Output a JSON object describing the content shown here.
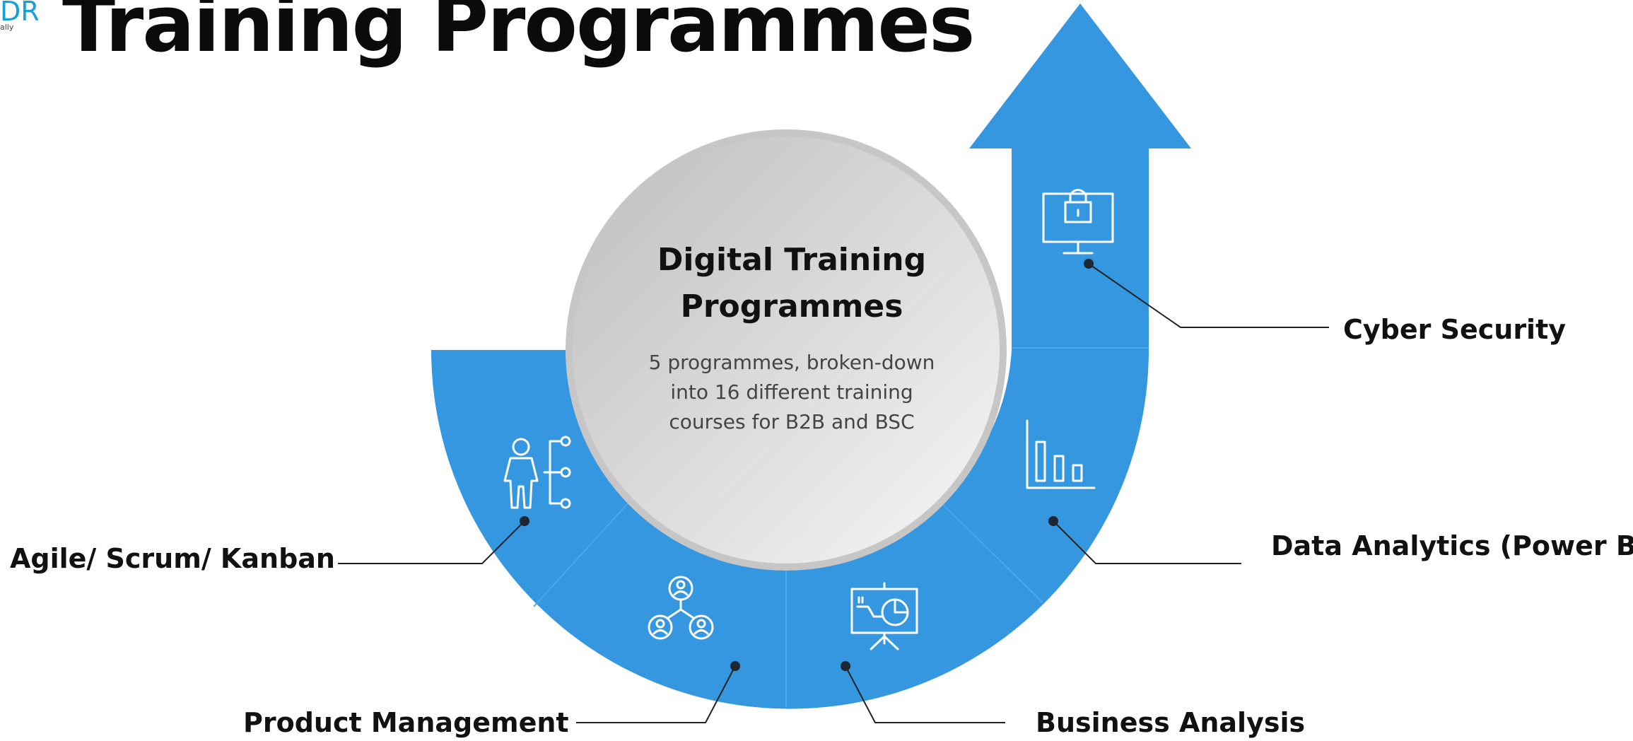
{
  "page_title": "Training Programmes",
  "logo": {
    "mark": "DR",
    "tagline": "ally"
  },
  "center": {
    "title": "Digital Training Programmes",
    "description": "5 programmes, broken-down into 16 different training courses for B2B and BSC"
  },
  "segments": [
    {
      "label": "Agile/ Scrum/ Kanban",
      "icon": "org-hierarchy-person-icon"
    },
    {
      "label": "Product Management",
      "icon": "team-network-icon"
    },
    {
      "label": "Business Analysis",
      "icon": "presentation-chart-icon"
    },
    {
      "label": "Data Analytics (Power BI)",
      "icon": "bar-chart-icon"
    },
    {
      "label": "Cyber Security",
      "icon": "monitor-lock-icon"
    }
  ],
  "colors": {
    "arrow": "#3597e0",
    "arrow_line": "#4aa7ea",
    "text": "#111111",
    "circle_light": "#f3f3f3",
    "circle_dark": "#c4c4c4"
  }
}
